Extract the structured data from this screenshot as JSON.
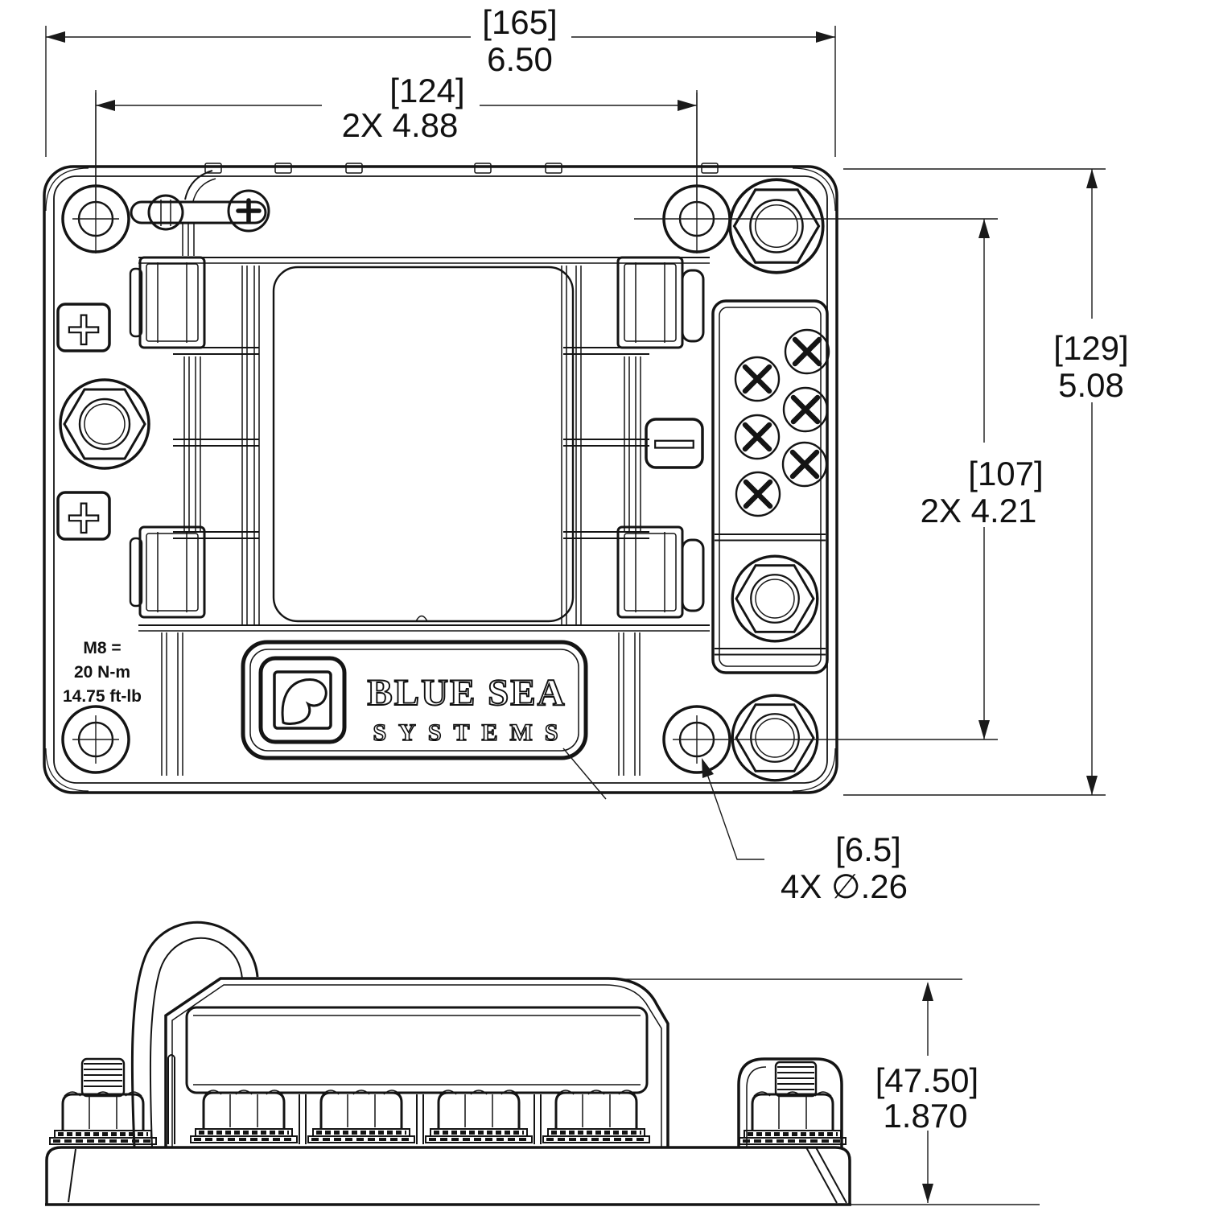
{
  "dimensions": {
    "overall_width": {
      "metric": "[165]",
      "imperial": "6.50"
    },
    "mount_hole_spacing_x": {
      "metric": "[124]",
      "imperial": "2X  4.88"
    },
    "overall_height": {
      "metric": "[129]",
      "imperial": "5.08"
    },
    "mount_hole_spacing_y": {
      "metric": "[107]",
      "imperial": "2X  4.21"
    },
    "mount_hole_diameter": {
      "metric": "[6.5]",
      "imperial": "4X ∅.26"
    },
    "side_height": {
      "metric": "[47.50]",
      "imperial": "1.870"
    }
  },
  "annotations": {
    "torque": {
      "line1": "M8 =",
      "line2": "20 N-m",
      "line3": "14.75 ft-lb"
    },
    "polarity": {
      "positive": "+",
      "negative": "−"
    }
  },
  "logo": {
    "line1": "BLUE SEA",
    "line2": "SYSTEMS"
  }
}
